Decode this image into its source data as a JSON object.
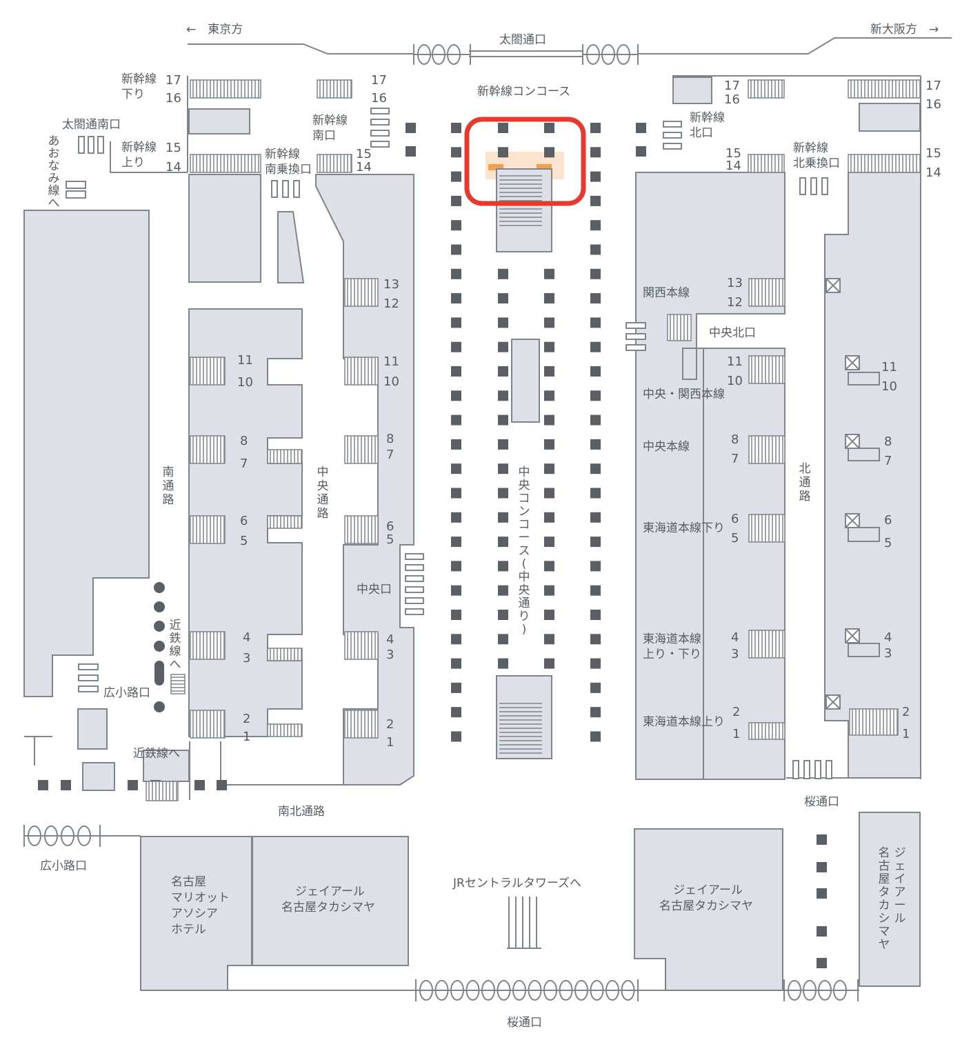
{
  "map": {
    "directions": {
      "tokyo": "←　東京方",
      "shin_osaka": "新大阪方　→"
    },
    "entrances": {
      "taiko": "太閤通口",
      "taiko_south": "太閤通南口",
      "hirokoji_west": "広小路口",
      "hirokoji": "広小路口",
      "sakura_north": "桜通口",
      "sakura_south": "桜通口",
      "central": "中央口",
      "central_north": "中央北口"
    },
    "passages": {
      "shinkansen_concourse": "新幹線コンコース",
      "south": "南通路",
      "central": "中央通路",
      "north": "北通路",
      "central_concourse": "中央コンコース(中央通り)",
      "north_south": "南北通路"
    },
    "shinkansen": {
      "down": "新幹線下り",
      "up": "新幹線上り",
      "south_exit": "新幹線南口",
      "north_exit": "新幹線北口",
      "south_transfer": "新幹線南乗換口",
      "north_transfer": "新幹線北乗換口"
    },
    "lines": {
      "aonami": "あおなみ線へ",
      "kintetsu_vertical": "近鉄線へ",
      "kintetsu": "近鉄線へ",
      "kansai": "関西本線",
      "chuo_kansai": "中央・関西本線",
      "chuo": "中央本線",
      "tokaido_down": "東海道本線下り",
      "tokaido_both": "東海道本線上り・下り",
      "tokaido_up": "東海道本線上り"
    },
    "buildings": {
      "marriott": "名古屋マリオットアソシアホテル",
      "takashimaya_1": "ジェイアール名古屋タカシマヤ",
      "takashimaya_2": "ジェイアール名古屋タカシマヤ",
      "takashimaya_3": "ジェイアール名古屋タカシマヤ",
      "towers": "JRセントラルタワーズへ"
    },
    "platform_numbers": [
      "17",
      "16",
      "15",
      "14",
      "13",
      "12",
      "11",
      "10",
      "8",
      "7",
      "6",
      "5",
      "4",
      "3",
      "2",
      "1"
    ],
    "highlight_color": "#e63a2e",
    "highlight_fill": "#fbe3cd",
    "highlight_accent": "#f0a050"
  }
}
